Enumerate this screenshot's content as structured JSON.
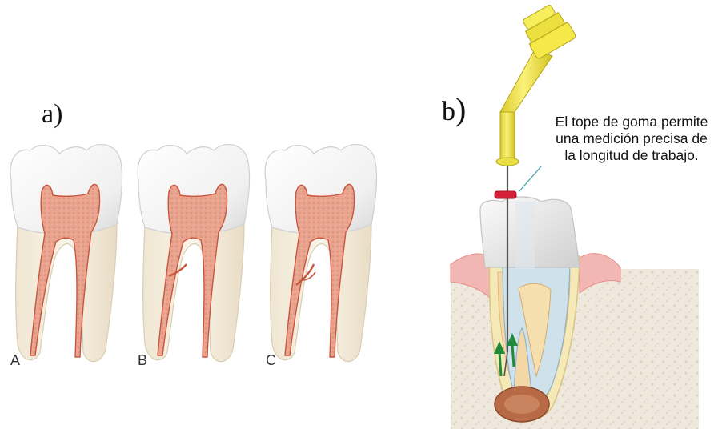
{
  "panel_a": {
    "label": "a)",
    "teeth": [
      {
        "letter": "A"
      },
      {
        "letter": "B"
      },
      {
        "letter": "C"
      }
    ]
  },
  "panel_b": {
    "label_letter": "b",
    "label_paren": ")",
    "annotation": "El tope de goma permite una medición precisa de la longitud de trabajo."
  },
  "colors": {
    "pulp": "#e7a08c",
    "pulp_dark": "#c8563e",
    "enamel": "#fafafa",
    "root": "#f2ead9",
    "handle": "#f0e64a",
    "stopper": "#d6203a",
    "gum": "#f2b7b3",
    "bone": "#ece5d8",
    "arrow": "#1f8a3a"
  }
}
